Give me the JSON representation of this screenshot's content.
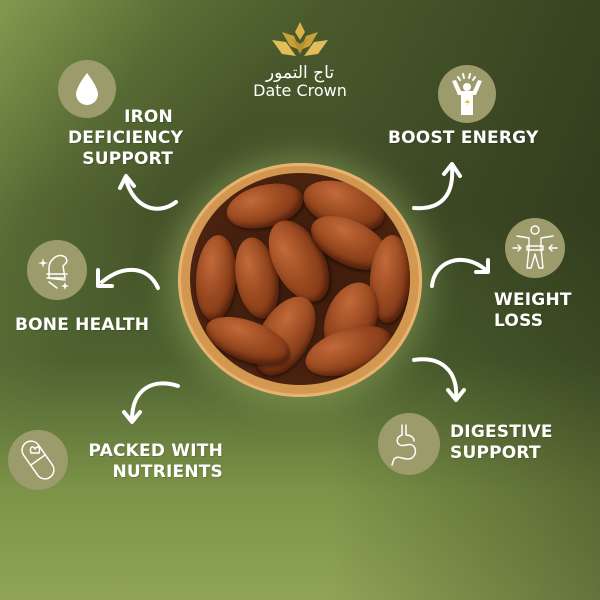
{
  "brand": {
    "name_arabic": "تاج التمور",
    "name_english": "Date Crown",
    "crown_color": "#d9b24a"
  },
  "center_image": {
    "subject": "bowl of dates",
    "bowl_color": "#d59a52",
    "date_color": "#98481f"
  },
  "benefits": [
    {
      "id": "iron",
      "label_lines": [
        "IRON",
        "DEFICIENCY",
        "SUPPORT"
      ],
      "icon": "water-drop-icon"
    },
    {
      "id": "energy",
      "label_lines": [
        "BOOST ENERGY"
      ],
      "icon": "energized-person-icon"
    },
    {
      "id": "bone",
      "label_lines": [
        "BONE HEALTH"
      ],
      "icon": "flexed-arm-icon"
    },
    {
      "id": "weight",
      "label_lines": [
        "WEIGHT",
        "LOSS"
      ],
      "icon": "waist-measure-icon"
    },
    {
      "id": "nutrients",
      "label_lines": [
        "PACKED WITH",
        "NUTRIENTS"
      ],
      "icon": "capsule-leaf-icon"
    },
    {
      "id": "digestive",
      "label_lines": [
        "DIGESTIVE",
        "SUPPORT"
      ],
      "icon": "stomach-icon"
    }
  ],
  "colors": {
    "background_dark": "#425028",
    "background_light": "#8fa456",
    "icon_circle": "#9c9b6c",
    "text": "#ffffff"
  }
}
